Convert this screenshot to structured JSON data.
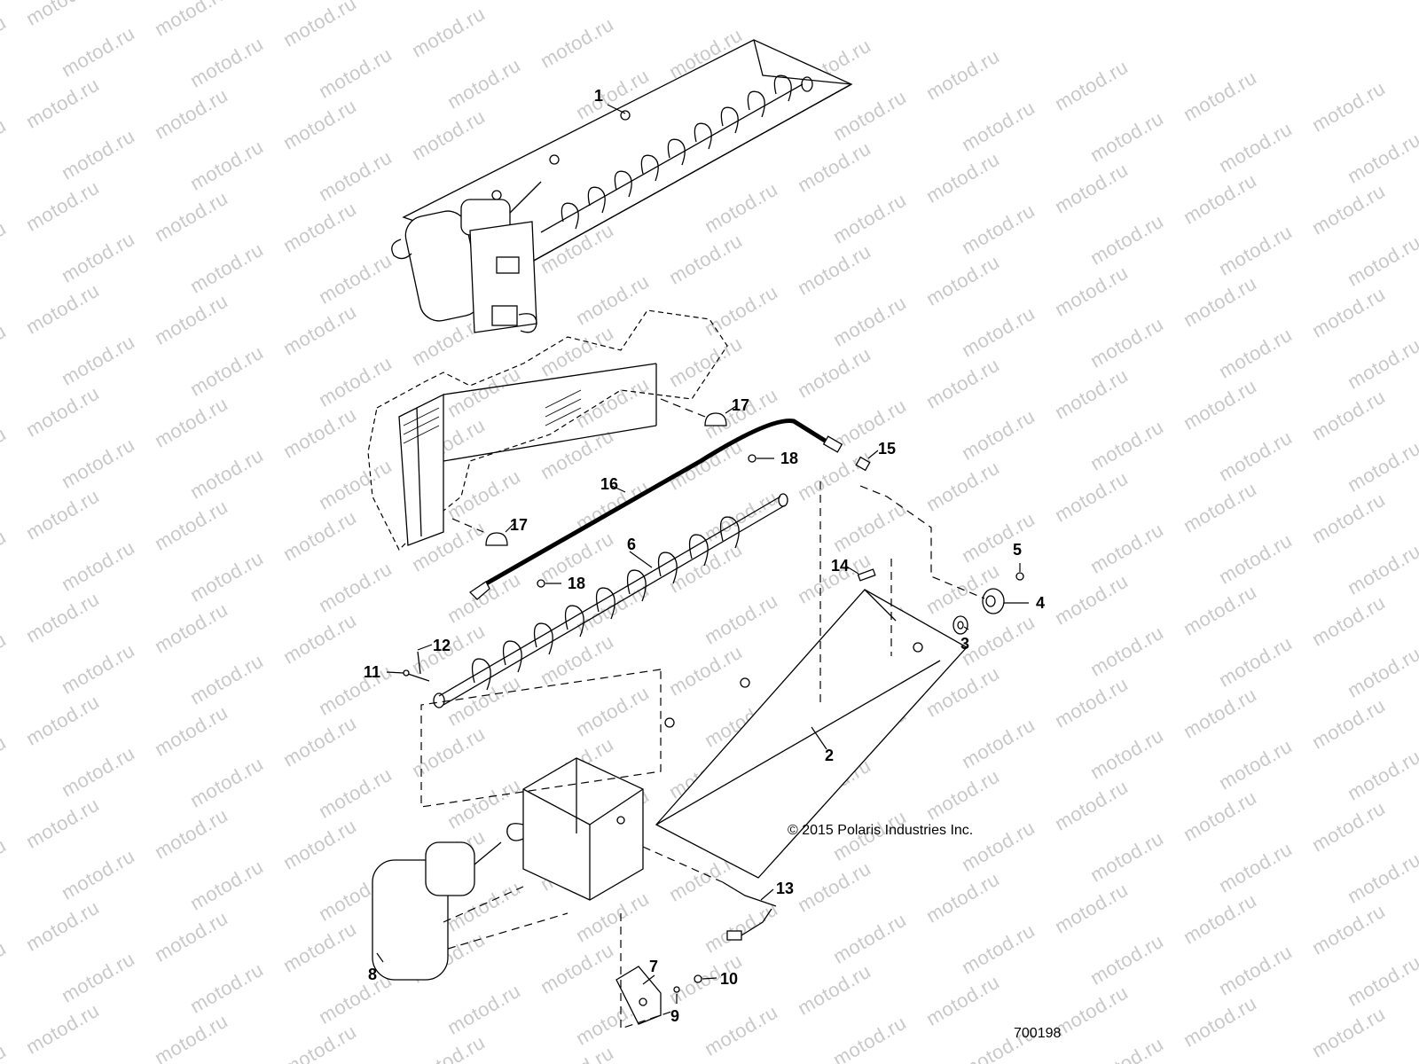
{
  "watermark": {
    "text": "motod.ru"
  },
  "callouts": {
    "c1": "1",
    "c2": "2",
    "c3": "3",
    "c4": "4",
    "c5": "5",
    "c6": "6",
    "c7": "7",
    "c8": "8",
    "c9": "9",
    "c10": "10",
    "c11": "11",
    "c12": "12",
    "c13": "13",
    "c14": "14",
    "c15": "15",
    "c16": "16",
    "c17a": "17",
    "c17b": "17",
    "c18a": "18",
    "c18b": "18"
  },
  "copyright": "© 2015 Polaris Industries Inc.",
  "figure_number": "700198"
}
